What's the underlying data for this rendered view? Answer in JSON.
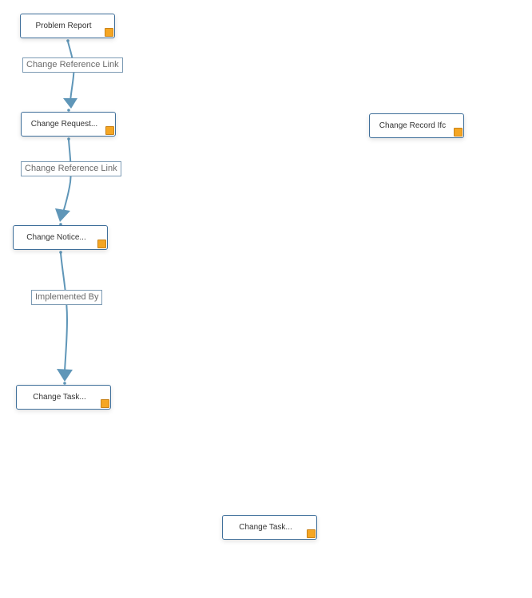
{
  "diagram": {
    "colors": {
      "edge": "#5f96b8",
      "node_border": "#3f6f9a",
      "badge": "#f5a623"
    },
    "nodes": {
      "problem_report": {
        "label": "Problem Report",
        "icon": "status-square-icon"
      },
      "change_request": {
        "label": "Change Request...",
        "icon": "status-square-icon"
      },
      "change_record_ifc": {
        "label": "Change Record Ifc",
        "icon": "status-square-icon"
      },
      "change_notice": {
        "label": "Change Notice...",
        "icon": "status-square-icon"
      },
      "change_task_1": {
        "label": "Change Task...",
        "icon": "status-square-icon"
      },
      "change_task_2": {
        "label": "Change Task...",
        "icon": "status-square-icon"
      }
    },
    "edges": [
      {
        "from": "problem_report",
        "to": "change_request",
        "label": "Change Reference Link"
      },
      {
        "from": "change_request",
        "to": "change_notice",
        "label": "Change Reference Link"
      },
      {
        "from": "change_notice",
        "to": "change_task_1",
        "label": "Implemented By"
      }
    ]
  }
}
